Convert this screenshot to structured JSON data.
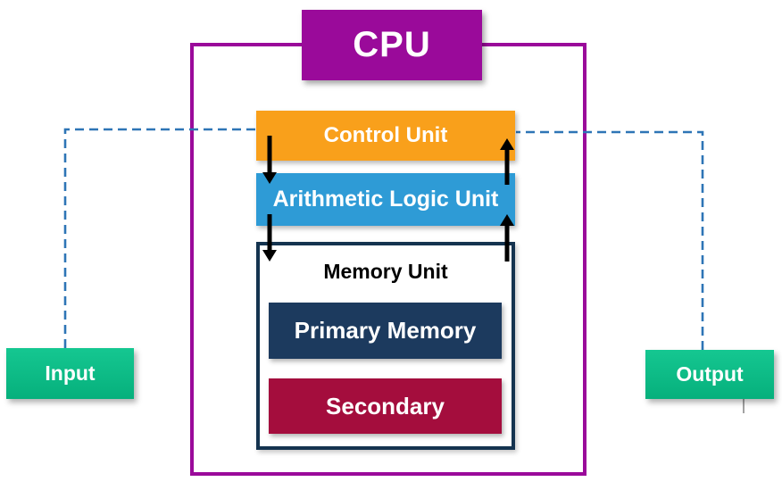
{
  "diagram": {
    "cpu": {
      "label": "CPU",
      "fill": "#9A0A9A",
      "border_color": "#9A0A9A",
      "text_color": "#FFFFFF"
    },
    "control_unit": {
      "label": "Control Unit",
      "fill": "#F9A01B",
      "text_color": "#FFFFFF"
    },
    "alu": {
      "label": "Arithmetic Logic Unit",
      "fill": "#2E9BD6",
      "text_color": "#FFFFFF"
    },
    "memory_unit": {
      "label": "Memory Unit",
      "fill": "#FFFFFF",
      "border_color": "#14334F",
      "text_color": "#000000"
    },
    "primary_memory": {
      "label": "Primary Memory",
      "fill": "#1C3A5E",
      "text_color": "#FFFFFF"
    },
    "secondary_memory": {
      "label": "Secondary",
      "fill": "#A40D3D",
      "text_color": "#FFFFFF"
    },
    "input": {
      "label": "Input",
      "fill_top": "#15C791",
      "fill_bottom": "#06B07C",
      "text_color": "#FFFFFF"
    },
    "output": {
      "label": "Output",
      "fill_top": "#15C791",
      "fill_bottom": "#06B07C",
      "text_color": "#FFFFFF"
    },
    "connectors": {
      "dashed_line_color": "#2E75B6",
      "arrow_color": "#000000",
      "dashed_lines": [
        {
          "name": "input-to-control-unit",
          "style": "dashed"
        },
        {
          "name": "control-unit-to-output",
          "style": "dashed"
        }
      ],
      "arrows": [
        {
          "name": "control-unit-to-alu",
          "direction": "down"
        },
        {
          "name": "alu-to-control-unit",
          "direction": "up"
        },
        {
          "name": "alu-to-memory-unit",
          "direction": "down"
        },
        {
          "name": "memory-unit-to-alu",
          "direction": "up"
        }
      ]
    }
  }
}
